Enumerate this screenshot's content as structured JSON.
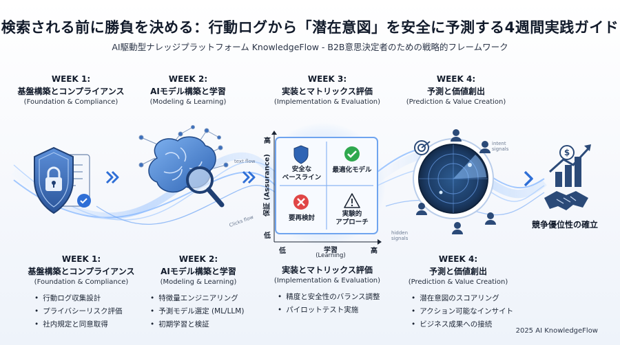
{
  "title": "検索される前に勝負を決める：行動ログから「潜在意図」を安全に予測する4週間実践ガイド",
  "subtitle": "AI駆動型ナレッジプラットフォーム KnowledgeFlow - B2B意思決定者のための戦略的フレームワーク",
  "top_phases": [
    {
      "week": "WEEK 1:",
      "title": "基盤構築とコンプライアンス",
      "en": "(Foundation & Compliance)"
    },
    {
      "week": "WEEK 2:",
      "title": "AIモデル構築と学習",
      "en": "(Modeling & Learning)"
    },
    {
      "week": "WEEK 3:",
      "title": "実装とマトリックス評価",
      "en": "(Implementation & Evaluation)"
    },
    {
      "week": "WEEK 4:",
      "title": "予測と価値創出",
      "en": "(Prediction & Value Creation)"
    }
  ],
  "bottom_phases": [
    {
      "week": "WEEK 1:",
      "title": "基盤構築とコンプライアンス",
      "en": "(Foundation & Compliance)",
      "items": [
        "行動ログ収集設計",
        "プライバシーリスク評価",
        "社内規定と同意取得"
      ]
    },
    {
      "week": "WEEK 2:",
      "title": "AIモデル構築と学習",
      "en": "(Modeling & Learning)",
      "items": [
        "特徴量エンジニアリング",
        "予測モデル選定 (ML/LLM)",
        "初期学習と検証"
      ]
    },
    {
      "week": "",
      "title": "実装とマトリックス評価",
      "en": "(Implementation & Evaluation)",
      "items": [
        "精度と安全性のバランス調整",
        "パイロットテスト実施"
      ]
    },
    {
      "week": "WEEK 4:",
      "title": "予測と価値創出",
      "en": "(Prediction & Value Creation)",
      "items": [
        "潜在意図のスコアリング",
        "アクション可能なインサイト",
        "ビジネス成果への接続"
      ]
    }
  ],
  "matrix": {
    "y_axis": "保証 (Assurance)",
    "y_high": "高",
    "y_low": "低",
    "x_axis": "学習",
    "x_axis_en": "(Learning)",
    "x_low": "低",
    "x_high": "高",
    "cells": {
      "top_left": "安全な\nベースライン",
      "top_right": "最適化モデル",
      "bottom_left": "要再検討",
      "bottom_right": "実験的\nアプローチ"
    }
  },
  "flow_labels": {
    "text_flow": "text flow",
    "click_flow": "Clicks flow",
    "intent_signals": "intent\nsignals",
    "hidden_signals": "hidden\nsignals"
  },
  "result_label": "競争優位性の確立",
  "footer": "2025 AI KnowledgeFlow",
  "colors": {
    "accent": "#2f6fd6",
    "dark": "#1f2a44",
    "glow": "#8fc2ff"
  },
  "icons": [
    "shield-lock-icon",
    "document-icon",
    "brain-icon",
    "magnifier-icon",
    "shield-icon",
    "check-icon",
    "x-icon",
    "warning-icon",
    "radar-icon",
    "target-icon",
    "person-icon",
    "chart-up-icon",
    "handshake-icon",
    "dollar-icon"
  ]
}
